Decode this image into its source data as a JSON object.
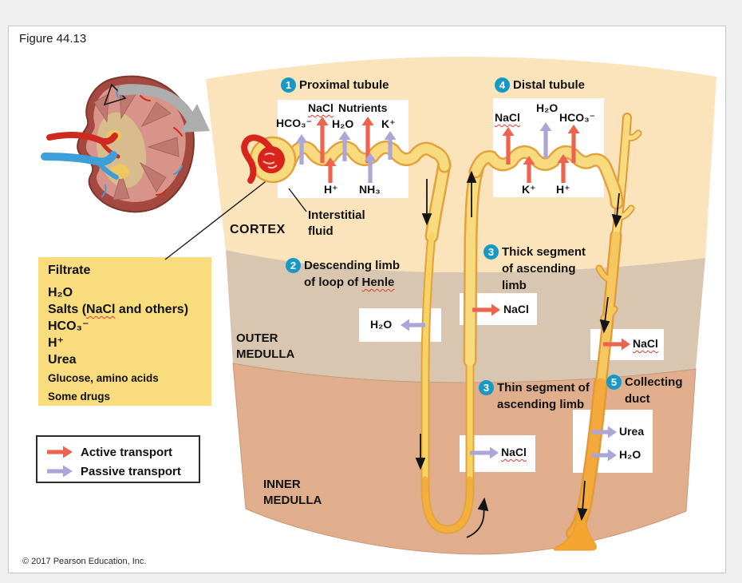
{
  "window": {
    "figure_label": "Figure 44.13",
    "copyright": "© 2017 Pearson Education, Inc."
  },
  "colors": {
    "active_transport": "#ED6350",
    "passive_transport": "#ABA6D6",
    "step_badge": "#1798C5",
    "cortex_fill": "#FBE4BB",
    "outer_medulla_fill": "#D9C6B1",
    "inner_medulla_fill": "#E0AE8D",
    "tubule_fill": "#F8DB7E",
    "tubule_outline": "#E2A23E",
    "collecting_duct_fill": "#F3A93C",
    "filtrate_box_fill": "#F8DC7D",
    "glomerulus_red": "#D8251C"
  },
  "regions": {
    "cortex": "CORTEX",
    "outer_medulla": "OUTER MEDULLA",
    "inner_medulla": "INNER MEDULLA",
    "interstitial_fluid": "Interstitial fluid"
  },
  "steps": {
    "s1": {
      "num": "1",
      "label": "Proximal tubule"
    },
    "s2": {
      "num": "2",
      "label_pre": "Descending limb of loop of ",
      "label_sq": "Henle"
    },
    "s3a": {
      "num": "3",
      "label": "Thick segment of ascending limb"
    },
    "s3b": {
      "num": "3",
      "label": "Thin segment of ascending limb"
    },
    "s4": {
      "num": "4",
      "label": "Distal tubule"
    },
    "s5": {
      "num": "5",
      "label": "Collecting duct"
    }
  },
  "proximal_exchange": {
    "nacl": "NaCl",
    "nutrients": "Nutrients",
    "hco3": "HCO₃⁻",
    "h2o": "H₂O",
    "k": "K⁺",
    "h": "H⁺",
    "nh3": "NH₃"
  },
  "distal_exchange": {
    "h2o": "H₂O",
    "nacl": "NaCl",
    "hco3": "HCO₃⁻",
    "k": "K⁺",
    "h": "H⁺"
  },
  "medulla_exchange": {
    "descending_h2o": "H₂O",
    "thick_nacl": "NaCl",
    "duct_nacl": "NaCl",
    "thin_nacl": "NaCl",
    "duct_urea": "Urea",
    "duct_h2o": "H₂O"
  },
  "filtrate": {
    "title": "Filtrate",
    "item1": "H₂O",
    "item2_pre": "Salts (",
    "item2_sq": "NaCl",
    "item2_post": " and others)",
    "item3": "HCO₃⁻",
    "item4": "H⁺",
    "item5": "Urea",
    "item6": "Glucose, amino acids",
    "item7": "Some drugs"
  },
  "legend": {
    "active": "Active transport",
    "passive": "Passive transport"
  }
}
